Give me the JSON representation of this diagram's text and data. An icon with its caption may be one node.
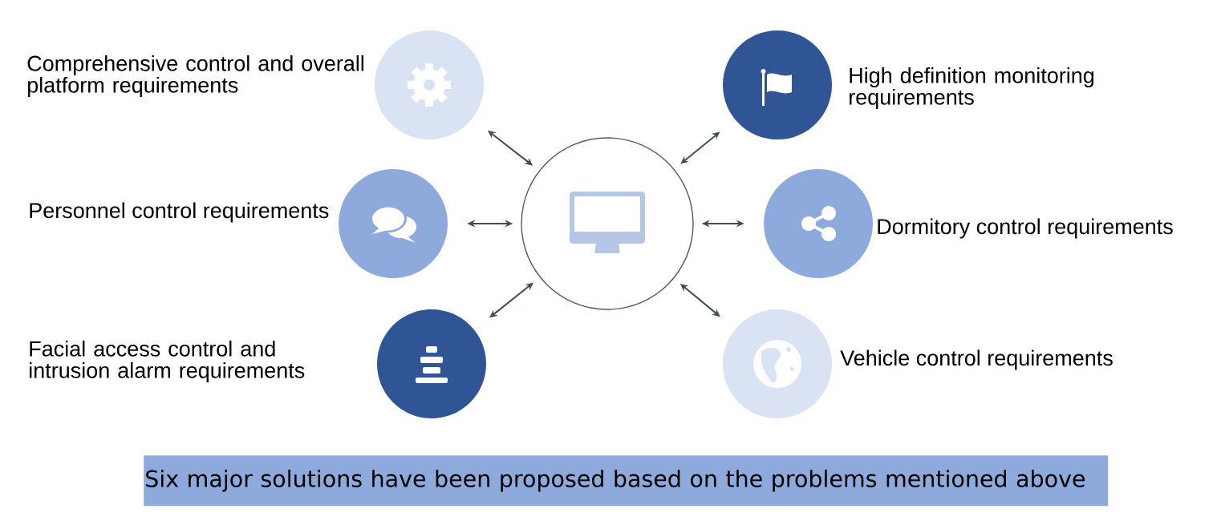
{
  "diagram": {
    "nodes": [
      {
        "text": [],
        "shape": "circle",
        "beside": [
          "Comprehensive control and overall platform requirements"
        ]
      },
      {
        "text": [],
        "shape": "circle",
        "beside": [
          "High definition monitoring requirements"
        ]
      },
      {
        "text": [],
        "shape": "circle",
        "beside": [
          "Personnel control requirements"
        ]
      },
      {
        "text": [],
        "shape": "circle"
      },
      {
        "text": [],
        "shape": "circle",
        "beside": [
          "Dormitory control requirements"
        ]
      },
      {
        "text": [],
        "shape": "circle",
        "beside": [
          "Facial access control and intrusion alarm requirements"
        ]
      },
      {
        "text": [],
        "shape": "circle",
        "beside": [
          "Vehicle control requirements"
        ]
      },
      {
        "text": [
          "Six major solutions have been proposed based on the problems mentioned above"
        ]
      }
    ],
    "edges": [
      {
        "from": 3,
        "to": 0,
        "arrow": "both"
      },
      {
        "from": 3,
        "to": 1,
        "arrow": "both"
      },
      {
        "from": 3,
        "to": 2,
        "arrow": "both"
      },
      {
        "from": 3,
        "to": 4,
        "arrow": "both"
      },
      {
        "from": 3,
        "to": 5,
        "arrow": "both"
      },
      {
        "from": 3,
        "to": 6,
        "arrow": "both"
      }
    ]
  }
}
